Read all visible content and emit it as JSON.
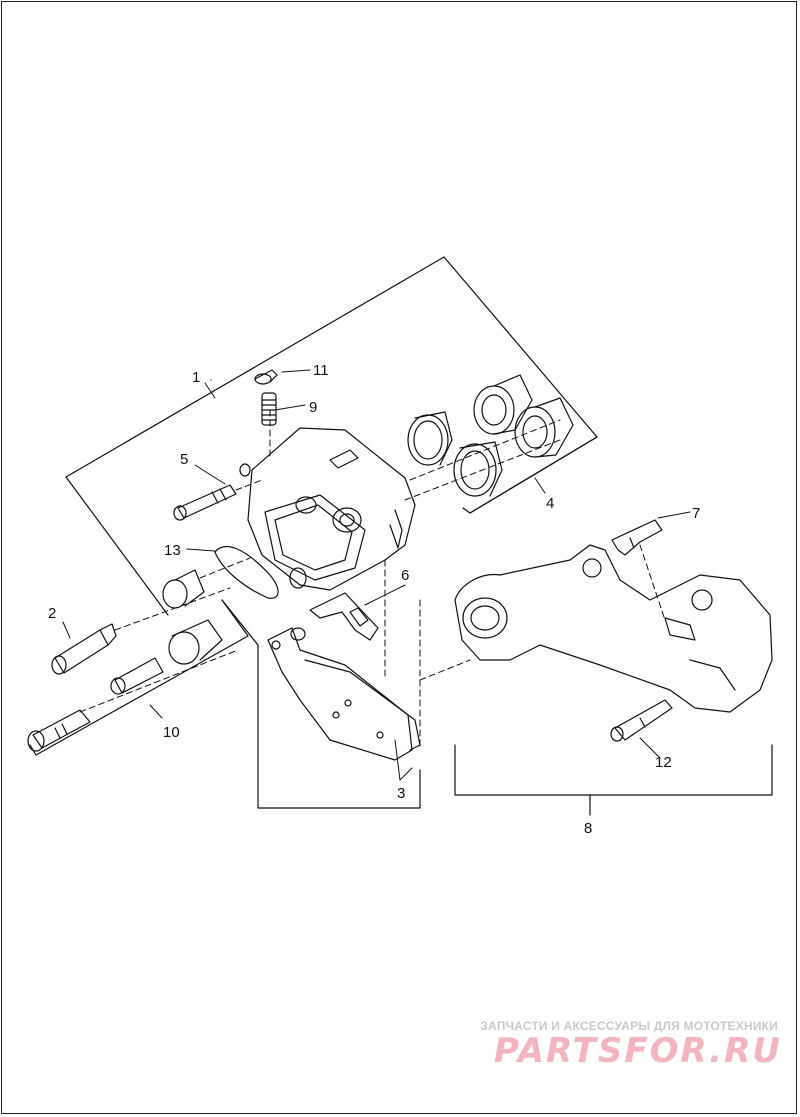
{
  "callouts": {
    "c1": "1",
    "c2": "2",
    "c3": "3",
    "c4": "4",
    "c5": "5",
    "c6": "6",
    "c7": "7",
    "c8": "8",
    "c9": "9",
    "c10": "10",
    "c11": "11",
    "c12": "12",
    "c13": "13"
  },
  "watermark": {
    "tagline": "ЗАПЧАСТИ И АКСЕССУАРЫ ДЛЯ МОТОТЕХНИКИ",
    "logo": "PARTSFOR.RU"
  },
  "colors": {
    "line": "#111111",
    "watermark_text": "#c9c9c9",
    "watermark_logo": "#f4b3bd"
  }
}
